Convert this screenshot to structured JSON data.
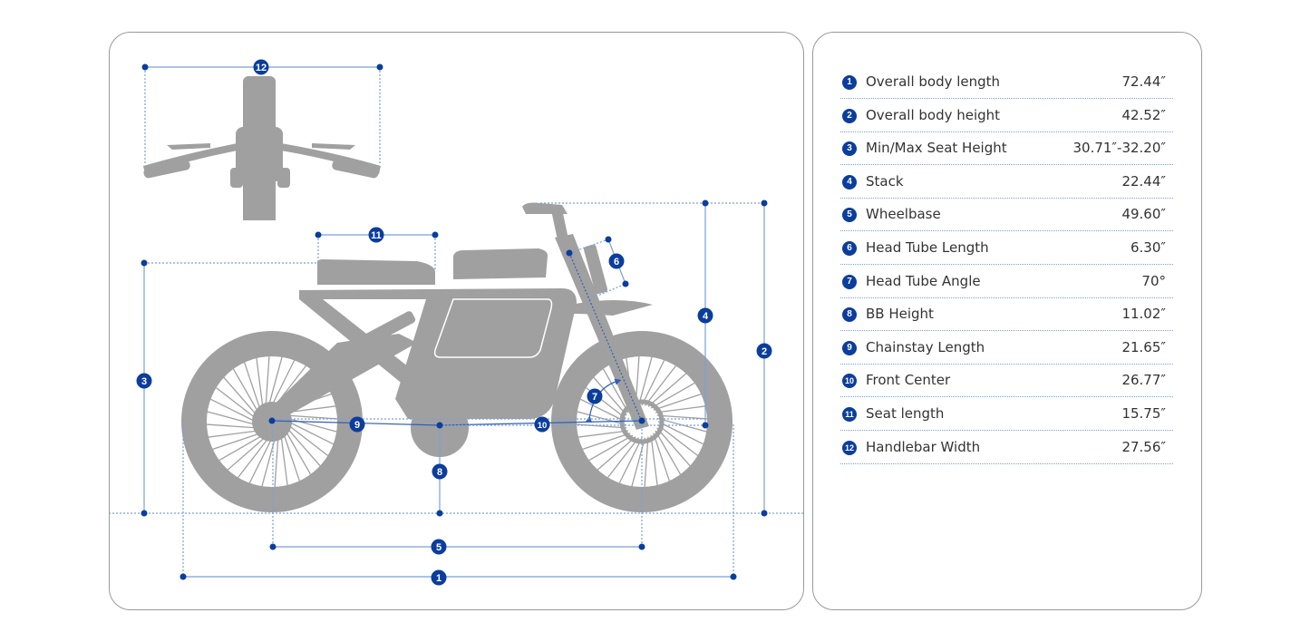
{
  "colors": {
    "accent": "#0b3d9c",
    "dimension_line": "#7c9fd6",
    "silhouette": "#a0a0a0",
    "panel_border": "#9a9a9a"
  },
  "diagram": {
    "callouts": [
      "1",
      "2",
      "3",
      "4",
      "5",
      "6",
      "7",
      "8",
      "9",
      "10",
      "11",
      "12"
    ]
  },
  "specs": [
    {
      "num": "1",
      "label": "Overall body length",
      "value": "72.44″"
    },
    {
      "num": "2",
      "label": "Overall body height",
      "value": "42.52″"
    },
    {
      "num": "3",
      "label": "Min/Max Seat Height",
      "value": "30.71″-32.20″"
    },
    {
      "num": "4",
      "label": "Stack",
      "value": "22.44″"
    },
    {
      "num": "5",
      "label": "Wheelbase",
      "value": "49.60″"
    },
    {
      "num": "6",
      "label": "Head Tube Length",
      "value": "6.30″"
    },
    {
      "num": "7",
      "label": "Head Tube Angle",
      "value": "70°"
    },
    {
      "num": "8",
      "label": "BB Height",
      "value": "11.02″"
    },
    {
      "num": "9",
      "label": "Chainstay Length",
      "value": "21.65″"
    },
    {
      "num": "10",
      "label": "Front Center",
      "value": "26.77″"
    },
    {
      "num": "11",
      "label": "Seat length",
      "value": "15.75″"
    },
    {
      "num": "12",
      "label": "Handlebar Width",
      "value": "27.56″"
    }
  ]
}
